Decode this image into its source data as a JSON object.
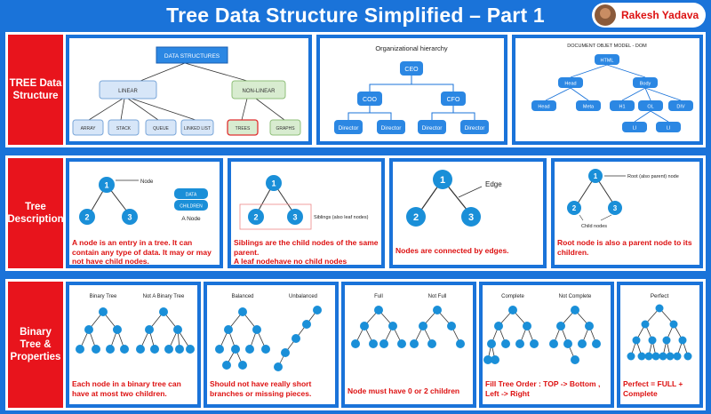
{
  "title": "Tree Data Structure Simplified – Part 1",
  "author": "Rakesh Yadava",
  "rows": {
    "row1_label": "TREE Data Structure",
    "row2_label": "Tree Description",
    "row3_label": "Binary Tree & Properties"
  },
  "ds": {
    "root": "DATA STRUCTURES",
    "linear": "LINEAR",
    "nonlinear": "NON-LINEAR",
    "array": "ARRAY",
    "stack": "STACK",
    "queue": "QUEUE",
    "linked_list": "LINKED LIST",
    "trees": "TREES",
    "graphs": "GRAPHS"
  },
  "org": {
    "title": "Organizational hierarchy",
    "ceo": "CEO",
    "coo": "COO",
    "cfo": "CFO",
    "director": "Director"
  },
  "dom": {
    "title": "DOCUMENT OBJET MODEL - DOM",
    "html": "HTML",
    "head": "Head",
    "body": "Body",
    "h1": "H1",
    "ol": "OL",
    "div": "DIV",
    "meta": "Meta",
    "li": "LI"
  },
  "desc": {
    "node_label": "Node",
    "data": "DATA",
    "children": "CHILDREN",
    "a_node": "A Node",
    "n1": "1",
    "n2": "2",
    "n3": "3",
    "siblings": "Siblings (also leaf nodes)",
    "edge": "Edge",
    "root_label": "Root (also parent) node",
    "child_nodes": "Child nodes",
    "cap1": "A node is an entry in a tree. It can contain any type of data. It may or may not have child nodes.",
    "cap2a": "Siblings are the child nodes of the same parent.",
    "cap2b": "A leaf nodehave no child nodes",
    "cap3": "Nodes are connected by edges.",
    "cap4": "Root node is also a parent node to its children."
  },
  "props": {
    "binary": "Binary Tree",
    "not_binary": "Not A Binary Tree",
    "balanced": "Balanced",
    "unbalanced": "Unbalanced",
    "full": "Full",
    "not_full": "Not Full",
    "complete": "Complete",
    "not_complete": "Not Complete",
    "perfect": "Perfect",
    "cap1": "Each node in a binary tree can have at most two children.",
    "cap2": "Should not have really short branches or missing pieces.",
    "cap3": "Node must have 0 or 2 children",
    "cap4": "Fill Tree Order : TOP -> Bottom , Left -> Right",
    "cap5": "Perfect = FULL + Complete"
  }
}
